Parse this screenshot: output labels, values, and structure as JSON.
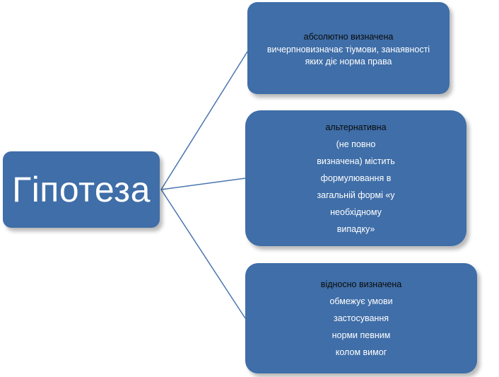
{
  "root": {
    "label": "Гіпотеза"
  },
  "branches": [
    {
      "title": "абсолютно визначена",
      "lines": [
        "вичерпновизначає тіумови, занаявності",
        "яких діє норма права"
      ]
    },
    {
      "title": "альтернативна",
      "lines": [
        "(не повно",
        "визначена) містить",
        "формулювання в",
        "загальній формі «у",
        "необхідному",
        "випадку»"
      ]
    },
    {
      "title": "відносно визначена",
      "lines": [
        "обмежує умови",
        "застосування",
        "норми певним",
        "колом вимог"
      ]
    }
  ],
  "colors": {
    "node_fill": "#3f6ea8",
    "connector": "#4a76b0",
    "title_text": "#0a0a0a",
    "desc_text": "#ffffff"
  }
}
